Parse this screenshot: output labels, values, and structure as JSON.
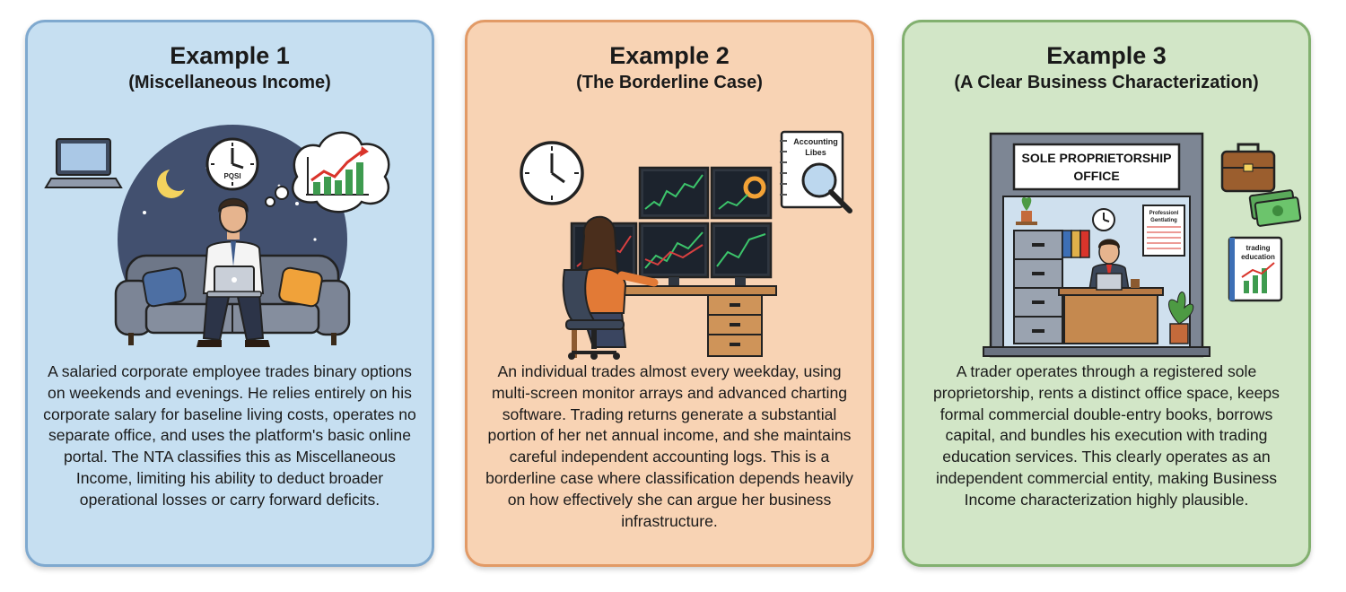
{
  "colors": {
    "card1_bg": "#c6dff1",
    "card1_border": "#7fa9cf",
    "card2_bg": "#f8d3b4",
    "card2_border": "#e29a66",
    "card3_bg": "#d2e6c7",
    "card3_border": "#82b06f"
  },
  "cards": [
    {
      "title": "Example 1",
      "subtitle": "(Miscellaneous Income)",
      "clock_label": "PQSI",
      "description": "A salaried corporate employee trades binary options on weekends and evenings. He relies entirely on his corporate salary for baseline living costs, operates no separate office, and uses the platform's basic online portal. The NTA classifies this as Miscellaneous Income, limiting his ability to deduct broader operational losses or carry forward deficits."
    },
    {
      "title": "Example 2",
      "subtitle": "(The Borderline Case)",
      "notebook_label_1": "Accounting",
      "notebook_label_2": "Libes",
      "description": "An individual trades almost every weekday, using multi-screen monitor arrays and advanced charting software. Trading returns generate a substantial portion of her net annual income, and she maintains careful independent accounting logs. This is a borderline case where classification depends heavily on how effectively she can argue her business infrastructure."
    },
    {
      "title": "Example 3",
      "subtitle": "(A Clear Business Characterization)",
      "sign_line_1": "SOLE PROPRIETORSHIP",
      "sign_line_2": "OFFICE",
      "poster_line_1": "Professionl",
      "poster_line_2": "Gentlating",
      "book_line_1": "trading",
      "book_line_2": "education",
      "description": "A trader operates through a registered sole proprietorship, rents a distinct office space, keeps formal commercial double-entry books, borrows capital, and bundles his execution with trading education services. This clearly operates as an independent commercial entity, making Business Income characterization highly plausible."
    }
  ]
}
